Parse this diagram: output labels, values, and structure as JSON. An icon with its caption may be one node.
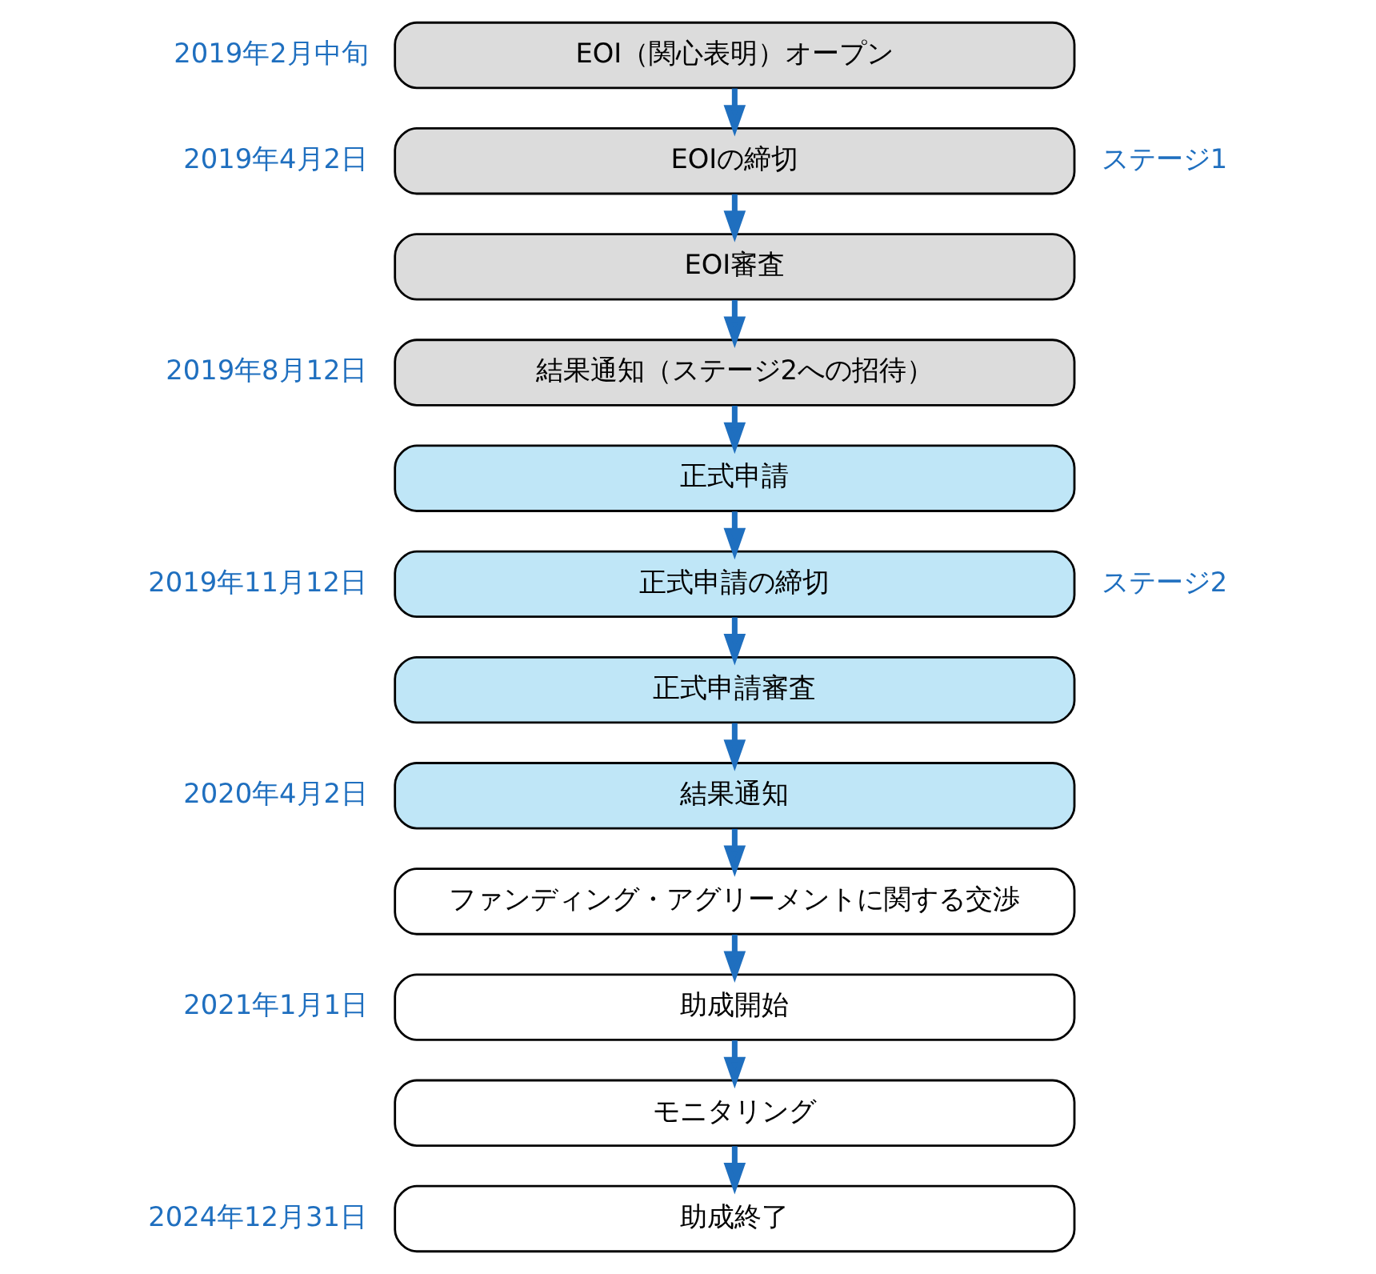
{
  "diagram": {
    "nodes": [
      {
        "text": [
          "EOI（関心表明）オープン"
        ],
        "beside": [
          "2019年2月中旬"
        ]
      },
      {
        "text": [
          "EOIの締切"
        ],
        "beside": [
          "2019年4月2日"
        ]
      },
      {
        "text": [
          "EOI審査"
        ]
      },
      {
        "text": [
          "結果通知（ステージ2への招待）"
        ],
        "beside": [
          "2019年8月12日"
        ]
      },
      {
        "text": [
          "正式申請"
        ]
      },
      {
        "text": [
          "正式申請の締切"
        ],
        "beside": [
          "2019年11月12日"
        ]
      },
      {
        "text": [
          "正式申請審査"
        ]
      },
      {
        "text": [
          "結果通知"
        ],
        "beside": [
          "2020年4月2日"
        ]
      },
      {
        "text": [
          "ファンディング・アグリーメントに関する交渉"
        ]
      },
      {
        "text": [
          "助成開始"
        ],
        "beside": [
          "2021年1月1日"
        ]
      },
      {
        "text": [
          "モニタリング"
        ]
      },
      {
        "text": [
          "助成終了"
        ],
        "beside": [
          "2024年12月31日"
        ]
      }
    ],
    "edges": [
      {
        "from": 0,
        "to": 1,
        "arrow": "to"
      },
      {
        "from": 1,
        "to": 2,
        "arrow": "to"
      },
      {
        "from": 2,
        "to": 3,
        "arrow": "to"
      },
      {
        "from": 3,
        "to": 4,
        "arrow": "to"
      },
      {
        "from": 4,
        "to": 5,
        "arrow": "to"
      },
      {
        "from": 5,
        "to": 6,
        "arrow": "to"
      },
      {
        "from": 6,
        "to": 7,
        "arrow": "to"
      },
      {
        "from": 7,
        "to": 8,
        "arrow": "to"
      },
      {
        "from": 8,
        "to": 9,
        "arrow": "to"
      },
      {
        "from": 9,
        "to": 10,
        "arrow": "to"
      },
      {
        "from": 10,
        "to": 11,
        "arrow": "to"
      }
    ],
    "labels": [
      "ステージ1",
      "ステージ2"
    ]
  }
}
